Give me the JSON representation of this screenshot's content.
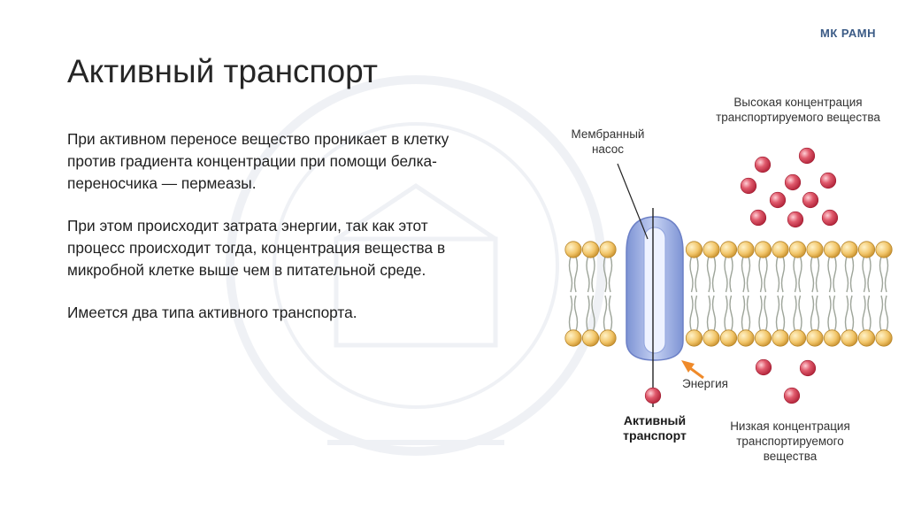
{
  "header": {
    "org": "МК РАМН"
  },
  "slide": {
    "title": "Активный транспорт",
    "paragraphs": [
      "При активном переносе вещество проникает в клетку против градиента концентрации при помощи белка-переносчика — пермеазы.",
      "При этом происходит затрата энергии, так как этот процесс происходит тогда, концентрация вещества в микробной клетке выше чем в питательной среде.",
      "Имеется два типа активного транспорта."
    ]
  },
  "diagram": {
    "labels": {
      "pump": "Мембранный насос",
      "high_conc": "Высокая концентрация транспортируемого вещества",
      "energy": "Энергия",
      "active": "Активный транспорт",
      "low_conc": "Низкая концентрация транспортируемого вещества"
    },
    "colors": {
      "particle": "#d23a4e",
      "lipid_head": "#f2c66a",
      "pump": "#9aaee0",
      "arrow": "#ef8a2a"
    }
  }
}
